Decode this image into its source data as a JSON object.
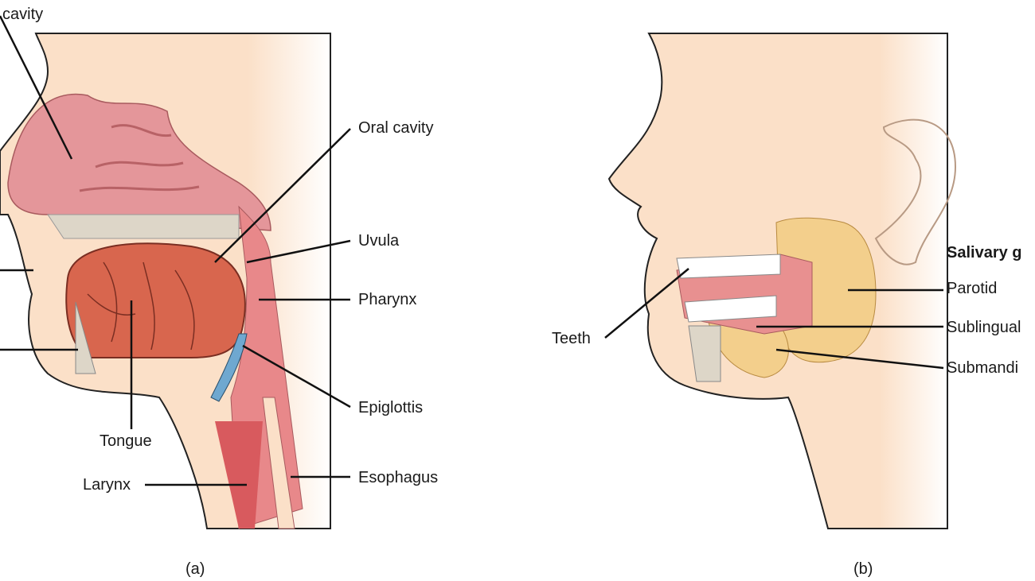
{
  "panel_a": {
    "caption": "(a)",
    "labels": {
      "nasal_cavity": "cavity",
      "oral_cavity": "Oral cavity",
      "uvula": "Uvula",
      "pharynx": "Pharynx",
      "epiglottis": "Epiglottis",
      "esophagus": "Esophagus",
      "tongue": "Tongue",
      "larynx": "Larynx"
    }
  },
  "panel_b": {
    "caption": "(b)",
    "labels": {
      "teeth": "Teeth",
      "salivary_heading": "Salivary g",
      "parotid": "Parotid",
      "sublingual": "Sublingual",
      "submandibular": "Submandi"
    }
  },
  "colors": {
    "skin": "#fbe0c8",
    "nasal": "#e4969a",
    "tongue": "#d8664e",
    "pharynx": "#e8888a",
    "gland": "#f3cf8c",
    "bone": "#ddd6c8",
    "epiglottis": "#6fa8d0"
  }
}
